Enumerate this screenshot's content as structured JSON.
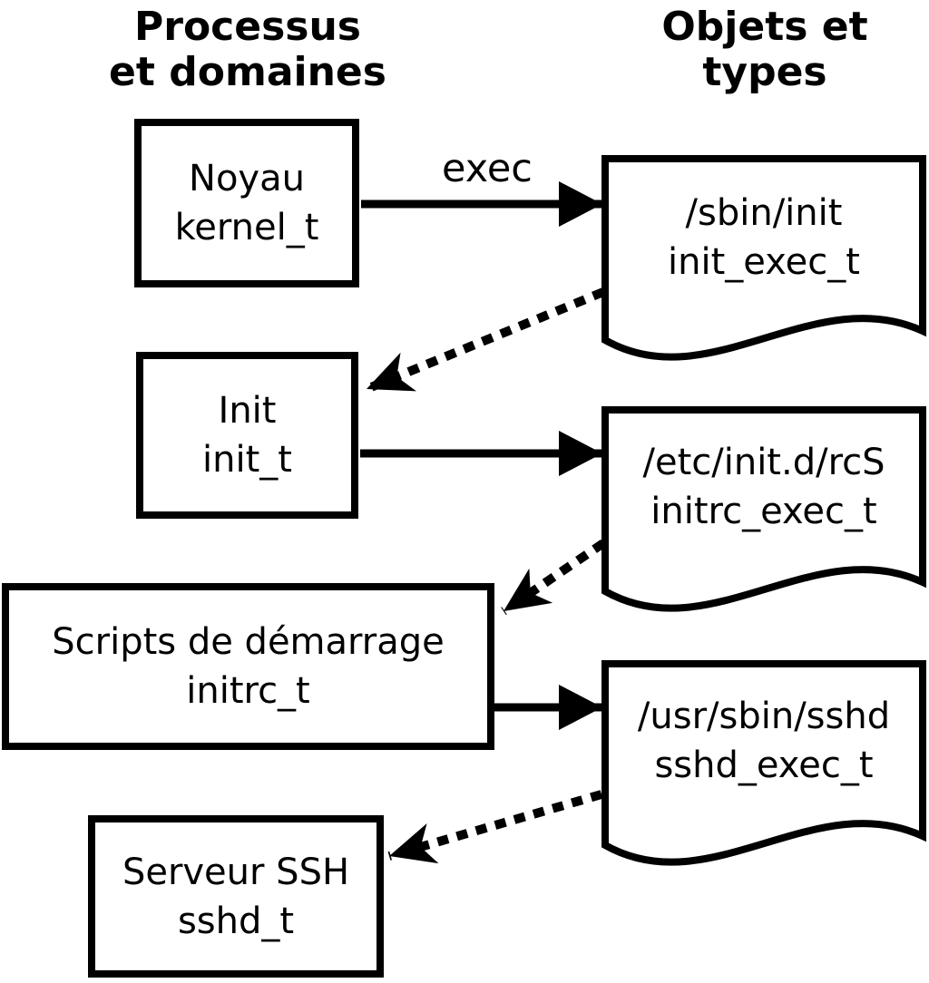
{
  "headers": {
    "left": {
      "line1": "Processus",
      "line2": "et domaines"
    },
    "right": {
      "line1": "Objets et",
      "line2": "types"
    }
  },
  "process_boxes": [
    {
      "name": "Noyau",
      "type": "kernel_t"
    },
    {
      "name": "Init",
      "type": "init_t"
    },
    {
      "name": "Scripts de démarrage",
      "type": "initrc_t"
    },
    {
      "name": "Serveur SSH",
      "type": "sshd_t"
    }
  ],
  "object_docs": [
    {
      "path": "/sbin/init",
      "type": "init_exec_t"
    },
    {
      "path": "/etc/init.d/rcS",
      "type": "initrc_exec_t"
    },
    {
      "path": "/usr/sbin/sshd",
      "type": "sshd_exec_t"
    }
  ],
  "edges": {
    "exec_label": "exec"
  },
  "colors": {
    "foreground": "#000000",
    "background": "#ffffff"
  }
}
